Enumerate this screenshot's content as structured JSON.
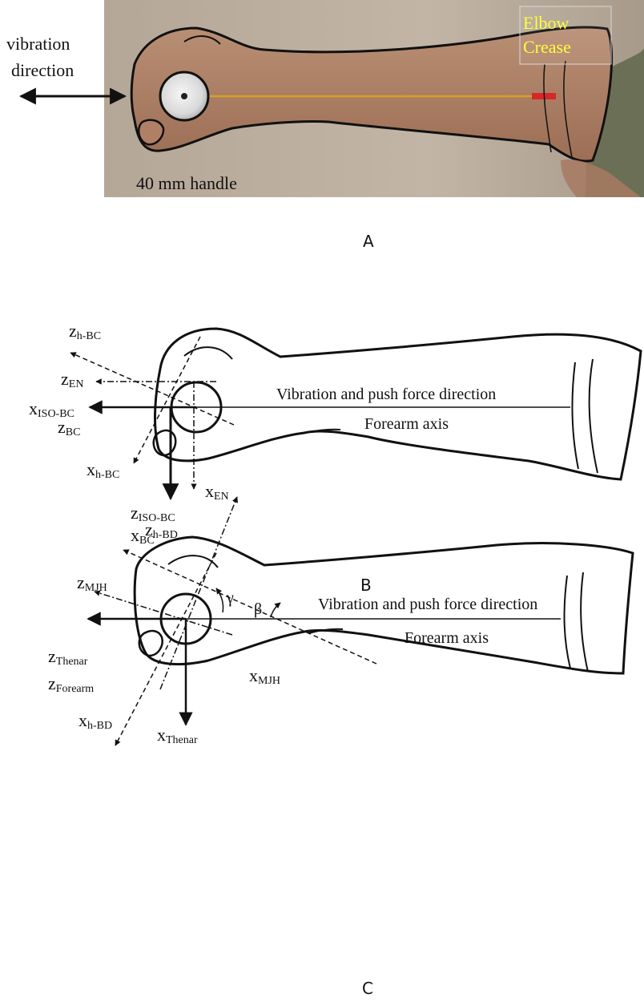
{
  "panelA": {
    "letter": "A",
    "vibration_label_1": "vibration",
    "vibration_label_2": "direction",
    "elbow_1": "Elbow",
    "elbow_2": "Crease",
    "handle_label": "40 mm handle"
  },
  "panelB": {
    "letter": "B",
    "vibration_label": "Vibration and push force direction",
    "forearm_label": "Forearm axis",
    "z_h_bc": {
      "base": "z",
      "sub": "h-BC"
    },
    "z_en": {
      "base": "z",
      "sub": "EN"
    },
    "x_iso_bc": {
      "base": "x",
      "sub": "ISO-BC"
    },
    "z_bc": {
      "base": "z",
      "sub": "BC"
    },
    "x_h_bc": {
      "base": "x",
      "sub": "h-BC"
    },
    "x_en": {
      "base": "x",
      "sub": "EN"
    },
    "z_iso_bc": {
      "base": "z",
      "sub": "ISO-BC"
    },
    "x_bc": {
      "base": "x",
      "sub": "BC"
    }
  },
  "panelC": {
    "letter": "C",
    "vibration_label": "Vibration and push force direction",
    "forearm_label": "Forearm axis",
    "x_mjh": {
      "base": "x",
      "sub": "MJH"
    },
    "z_h_bd": {
      "base": "z",
      "sub": "h-BD"
    },
    "z_mjh": {
      "base": "z",
      "sub": "MJH"
    },
    "gamma": "γ",
    "beta": "β",
    "z_thenar": {
      "base": "z",
      "sub": "Thenar"
    },
    "z_forearm": {
      "base": "z",
      "sub": "Forearm"
    },
    "x_h_bd": {
      "base": "x",
      "sub": "h-BD"
    },
    "x_thenar": {
      "base": "x",
      "sub": "Thenar"
    }
  }
}
